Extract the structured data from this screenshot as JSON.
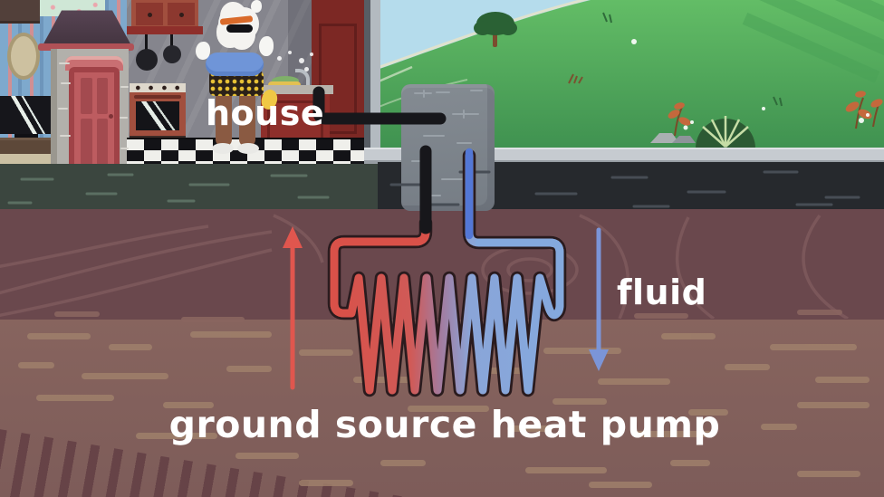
{
  "diagram": {
    "labels": {
      "house": "house",
      "fluid": "fluid",
      "caption": "ground source heat pump"
    },
    "arrows": [
      {
        "name": "fluid-up-arrow",
        "direction": "up",
        "color": "#e0564e"
      },
      {
        "name": "fluid-down-arrow",
        "direction": "down",
        "color": "#7b95d8"
      }
    ],
    "colors": {
      "sky": "#b5dcec",
      "grass": "#58b560",
      "soil_upper": "#6a484d",
      "soil_lower": "#87645e",
      "pump_body": "#7d848b",
      "pipe_hot": "#d95149",
      "pipe_cold": "#85aede",
      "pipe_supply_black": "#1b1b20",
      "label_text": "#ffffff"
    }
  }
}
